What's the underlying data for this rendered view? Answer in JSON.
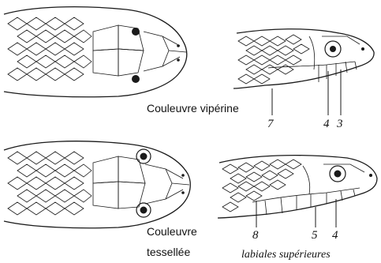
{
  "labels": {
    "viperine": "Couleuvre vipérine",
    "tessellated_line1": "Couleuvre",
    "tessellated_line2": "tessellée",
    "caption": "labiales supérieures"
  },
  "callouts": {
    "top": [
      "7",
      "4",
      "3"
    ],
    "bottom": [
      "8",
      "5",
      "4"
    ]
  },
  "colors": {
    "ink": "#1a1a1a",
    "background": "#ffffff"
  }
}
